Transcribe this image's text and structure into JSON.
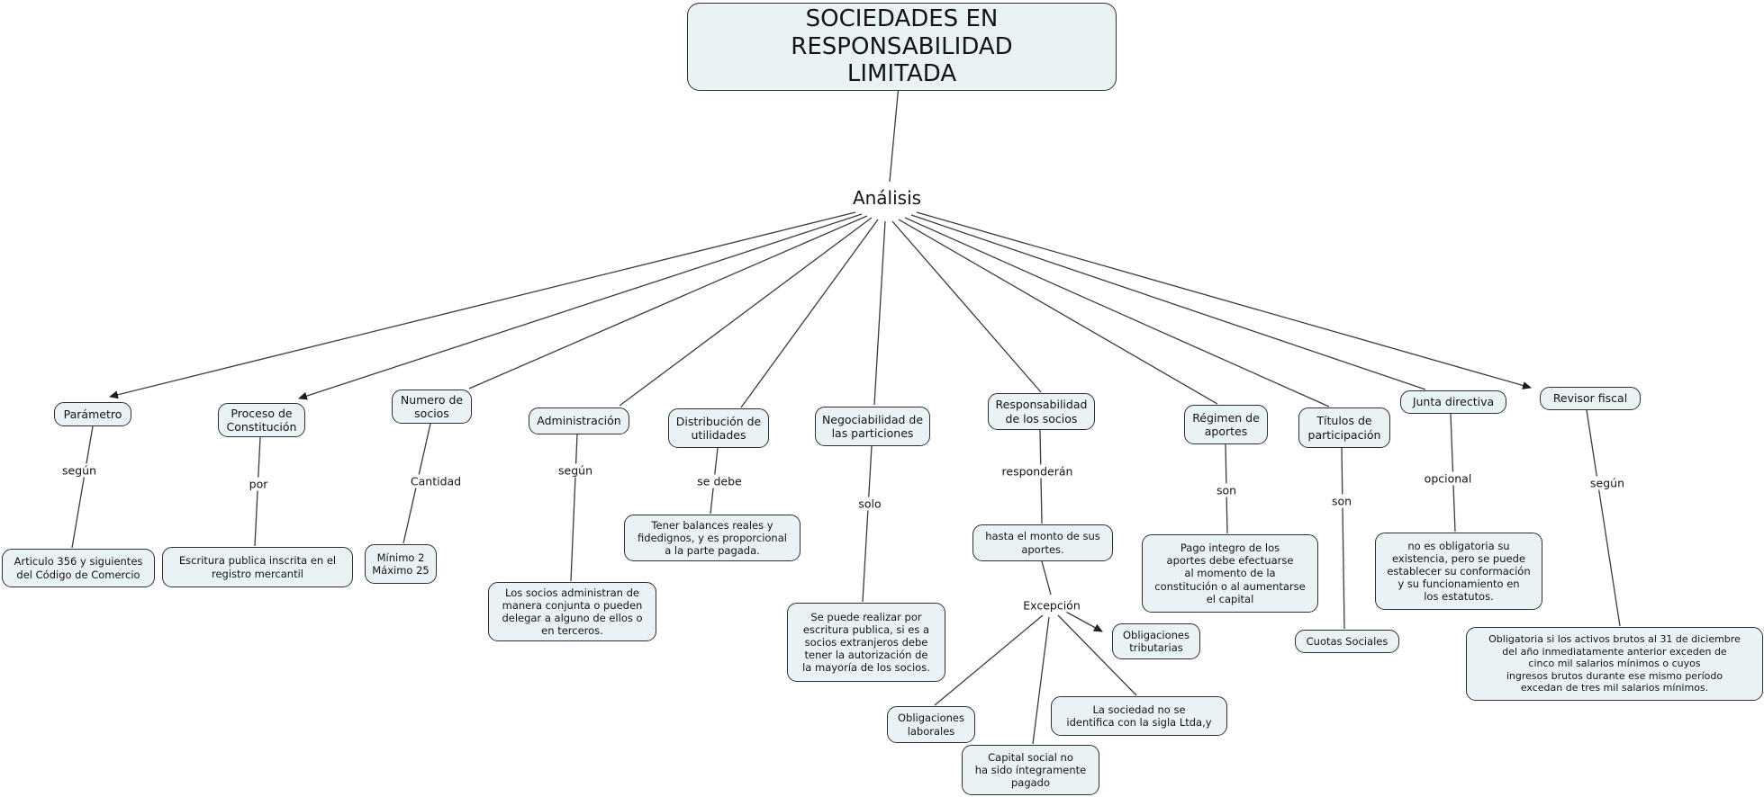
{
  "diagram": {
    "title": "SOCIEDADES EN RESPONSABILIDAD\nLIMITADA",
    "root_label": "Análisis",
    "colors": {
      "node_fill": "#e9f2f5",
      "node_border": "#2f2f2f",
      "line": "#3b3b3b"
    },
    "nodes": {
      "parametro": "Parámetro",
      "proceso": "Proceso de\nConstitución",
      "numero": "Numero de\nsocios",
      "administracion": "Administración",
      "distribucion": "Distribución de\nutilidades",
      "negociabilidad": "Negociabilidad de\nlas particiones",
      "responsabilidad": "Responsabilidad\nde los socios",
      "regimen": "Régimen de\naportes",
      "titulos": "Títulos de\nparticipación",
      "junta": "Junta directiva",
      "revisor": "Revisor fiscal"
    },
    "details": {
      "articulo": "Articulo 356 y siguientes\ndel Código de Comercio",
      "escritura": "Escritura publica inscrita en el\nregistro mercantil",
      "minimo": "Mínimo 2\nMáximo 25",
      "tener": "Tener balances reales y\nfidedignos, y es proporcional\na la parte pagada.",
      "los_socios": "Los socios administran de\nmanera conjunta o pueden\ndelegar a alguno de ellos o\nen terceros.",
      "se_puede": "Se puede realizar por\nescritura publica, si es a\nsocios extranjeros debe\ntener la autorización de\nla mayoría de los socios.",
      "hasta": "hasta el monto de sus\naportes.",
      "pago": "Pago integro de los\naportes debe efectuarse\nal momento de la\nconstitución o al aumentarse\nel capital",
      "cuotas": "Cuotas Sociales",
      "no_es": "no es obligatoria su\nexistencia, pero se puede\nestablecer su conformación\ny su funcionamiento en\nlos estatutos.",
      "obligatoria": "Obligatoria si los activos brutos al 31 de diciembre\ndel año inmediatamente anterior exceden de\ncinco mil salarios mínimos o cuyos\ningresos brutos durante ese mismo período\nexcedan de tres mil salarios mínimos.",
      "oblig_trib": "Obligaciones\ntributarias",
      "oblig_lab": "Obligaciones\nlaborales",
      "la_sociedad": "La sociedad no se\nidentifica con la sigla Ltda,y",
      "capital": "Capital social no\nha sido íntegramente\npagado"
    },
    "edge_labels": {
      "segun1": "según",
      "por": "por",
      "cantidad": "Cantidad",
      "segun2": "según",
      "se_debe": "se debe",
      "solo": "solo",
      "responderan": "responderán",
      "son1": "son",
      "son2": "son",
      "opcional": "opcional",
      "segun3": "según",
      "excepcion": "Excepción"
    },
    "relations": [
      {
        "from": "title",
        "to": "root"
      },
      {
        "from": "root",
        "to": "parametro",
        "arrow": true
      },
      {
        "from": "root",
        "to": "proceso",
        "arrow": true
      },
      {
        "from": "root",
        "to": "numero"
      },
      {
        "from": "root",
        "to": "administracion"
      },
      {
        "from": "root",
        "to": "distribucion"
      },
      {
        "from": "root",
        "to": "negociabilidad"
      },
      {
        "from": "root",
        "to": "responsabilidad"
      },
      {
        "from": "root",
        "to": "regimen"
      },
      {
        "from": "root",
        "to": "titulos"
      },
      {
        "from": "root",
        "to": "junta"
      },
      {
        "from": "root",
        "to": "revisor",
        "arrow": true
      },
      {
        "from": "parametro",
        "via": "según",
        "to": "articulo"
      },
      {
        "from": "proceso",
        "via": "por",
        "to": "escritura"
      },
      {
        "from": "numero",
        "via": "Cantidad",
        "to": "minimo"
      },
      {
        "from": "administracion",
        "via": "según",
        "to": "los_socios"
      },
      {
        "from": "distribucion",
        "via": "se debe",
        "to": "tener"
      },
      {
        "from": "negociabilidad",
        "via": "solo",
        "to": "se_puede"
      },
      {
        "from": "responsabilidad",
        "via": "responderán",
        "to": "hasta"
      },
      {
        "from": "hasta",
        "via": "Excepción",
        "to": "oblig_trib",
        "arrow": true
      },
      {
        "from": "hasta",
        "via": "Excepción",
        "to": "oblig_lab"
      },
      {
        "from": "hasta",
        "via": "Excepción",
        "to": "capital"
      },
      {
        "from": "hasta",
        "via": "Excepción",
        "to": "la_sociedad"
      },
      {
        "from": "regimen",
        "via": "son",
        "to": "pago"
      },
      {
        "from": "titulos",
        "via": "son",
        "to": "cuotas"
      },
      {
        "from": "junta",
        "via": "opcional",
        "to": "no_es"
      },
      {
        "from": "revisor",
        "via": "según",
        "to": "obligatoria"
      }
    ]
  }
}
